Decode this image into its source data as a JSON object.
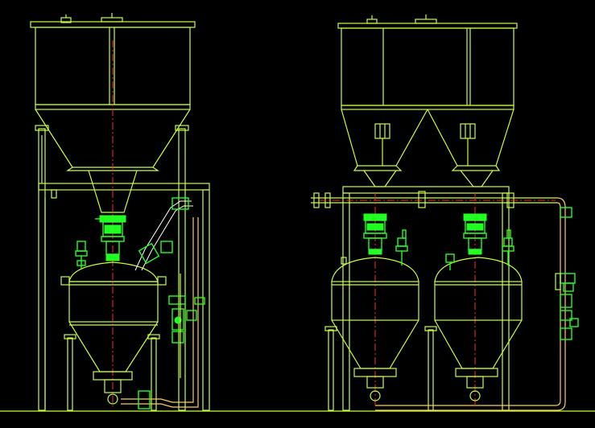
{
  "drawing": {
    "background": "#000000",
    "colors": {
      "outline": "#c8ff3c",
      "equipment": "#1aff1a",
      "centerline": "#ff2020",
      "pipe": "#ffcc44"
    },
    "units": [
      {
        "name": "single-hopper-pneumatic-conveyor",
        "vessels": 1
      },
      {
        "name": "twin-hopper-pneumatic-conveyor",
        "vessels": 2
      }
    ]
  }
}
